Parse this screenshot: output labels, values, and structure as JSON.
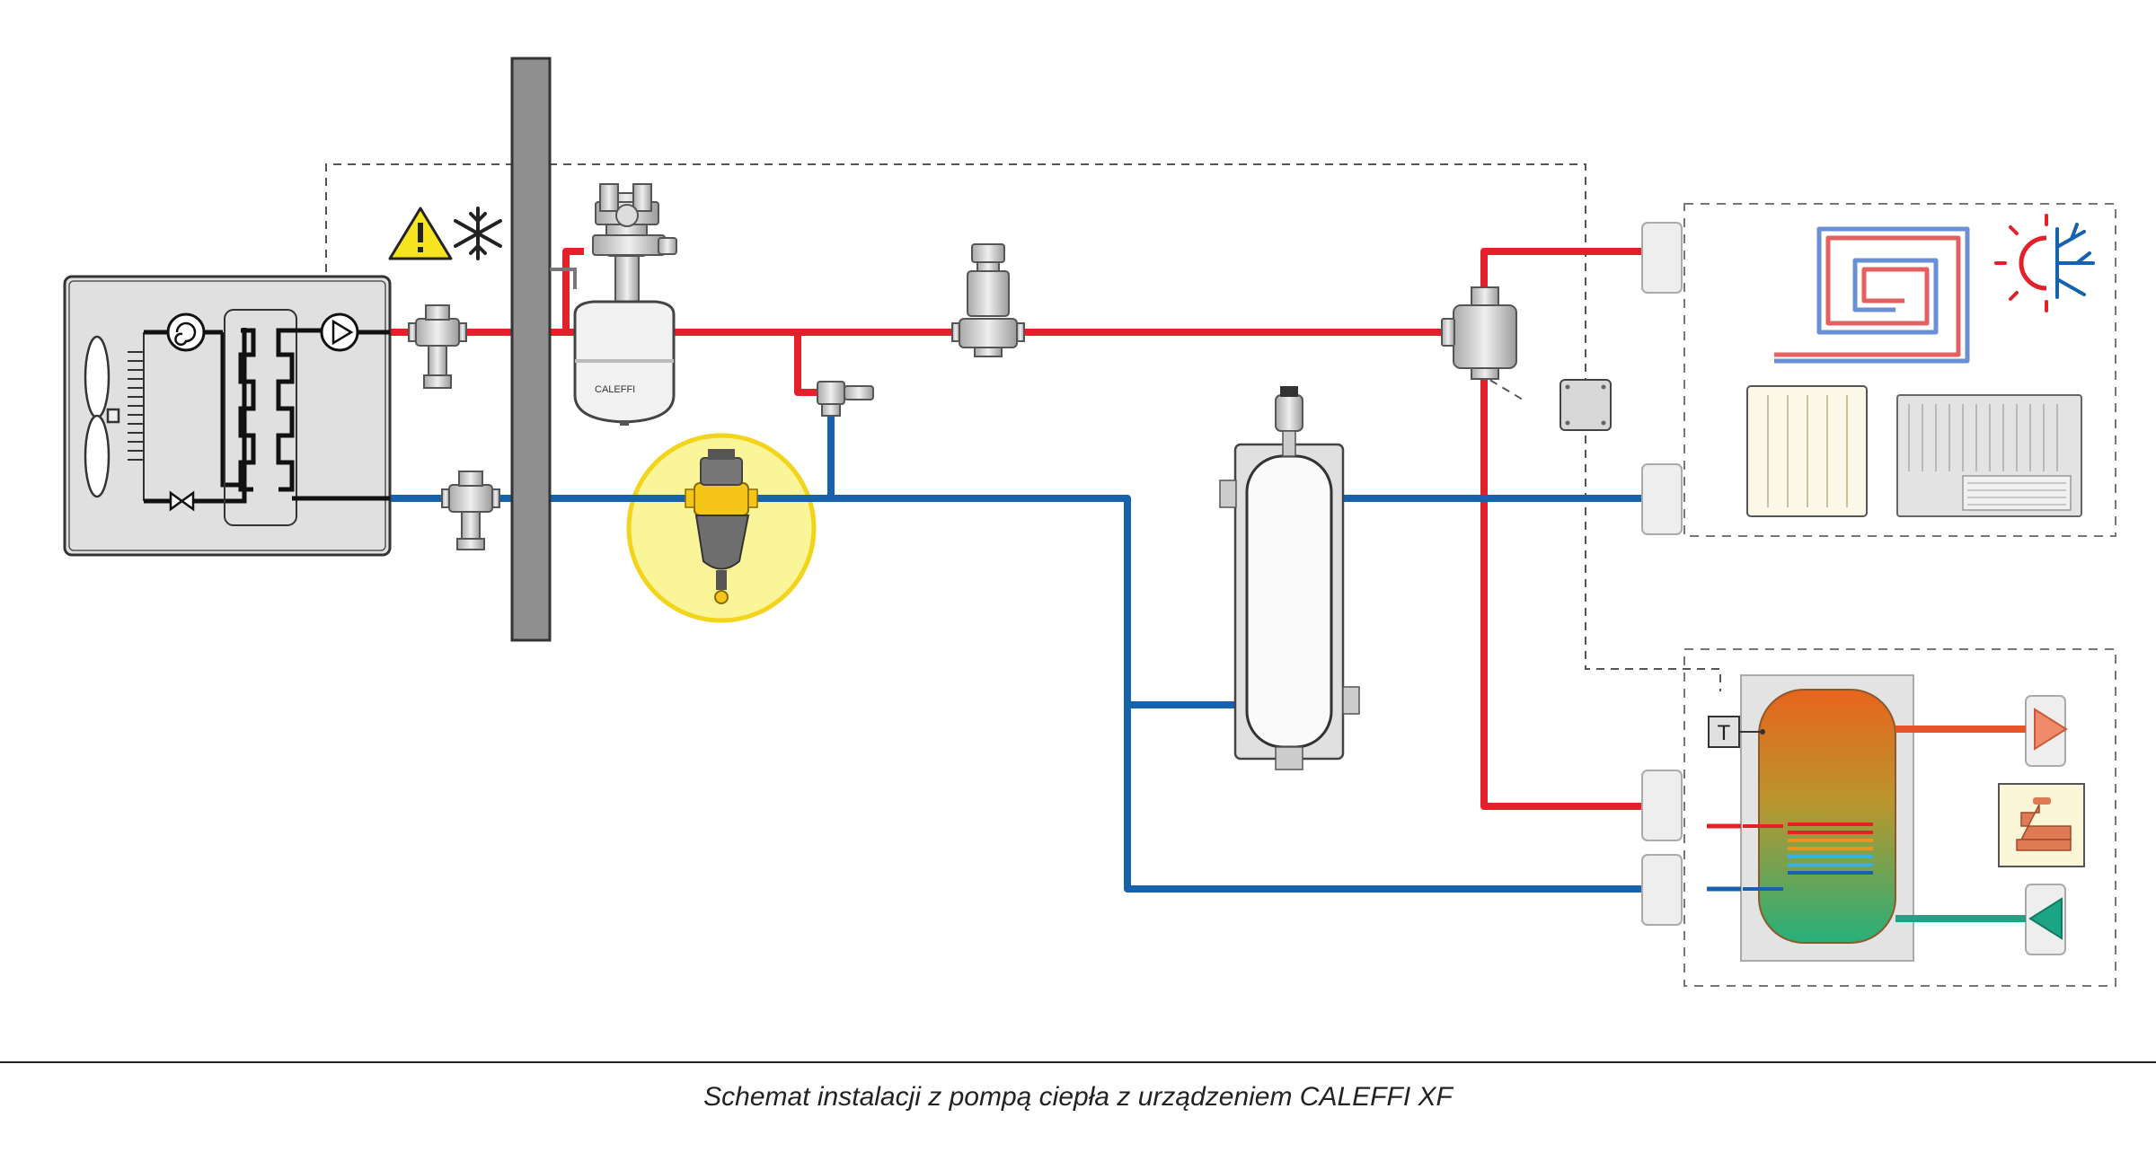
{
  "caption": "Schemat instalacji z pompą ciepła z urządzeniem CALEFFI XF",
  "labels": {
    "sensor_t": "T",
    "vessel_brand": "CALEFFI"
  },
  "colors": {
    "hot_pipe": "#e4202a",
    "cold_pipe": "#1762ad",
    "dhw_hot": "#e8542a",
    "dhw_cold": "#1ba585",
    "highlight": "#fbf59a",
    "highlight_ring": "#f2d41a",
    "unit_fill": "#e0e0e0",
    "wall_fill": "#8f8f8f",
    "warning_yellow": "#f6e51e"
  },
  "icons": [
    "fan-icon",
    "compressor-icon",
    "heat-exchanger-icon",
    "circulator-pump-icon",
    "expansion-valve-icon",
    "warning-icon",
    "snowflake-icon",
    "heat-cool-icon",
    "underfloor-heating-icon",
    "radiator-icon",
    "fan-coil-icon",
    "faucet-icon"
  ]
}
